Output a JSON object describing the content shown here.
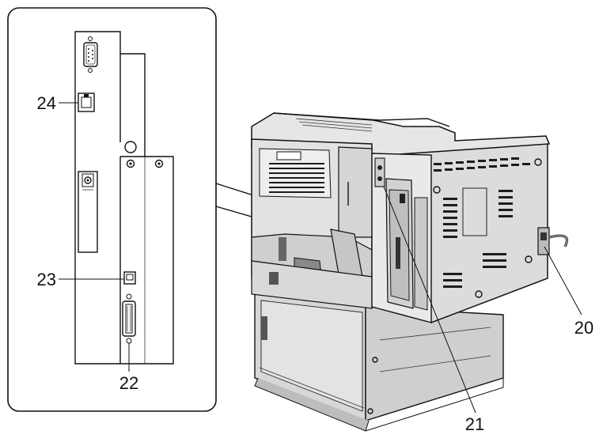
{
  "callouts": {
    "c20": "20",
    "c21": "21",
    "c22": "22",
    "c23": "23",
    "c24": "24"
  },
  "parts": {
    "p20": "power-connector",
    "p21": "interface-panel",
    "p22": "parallel-port",
    "p23": "usb-port",
    "p24": "ethernet-port"
  }
}
